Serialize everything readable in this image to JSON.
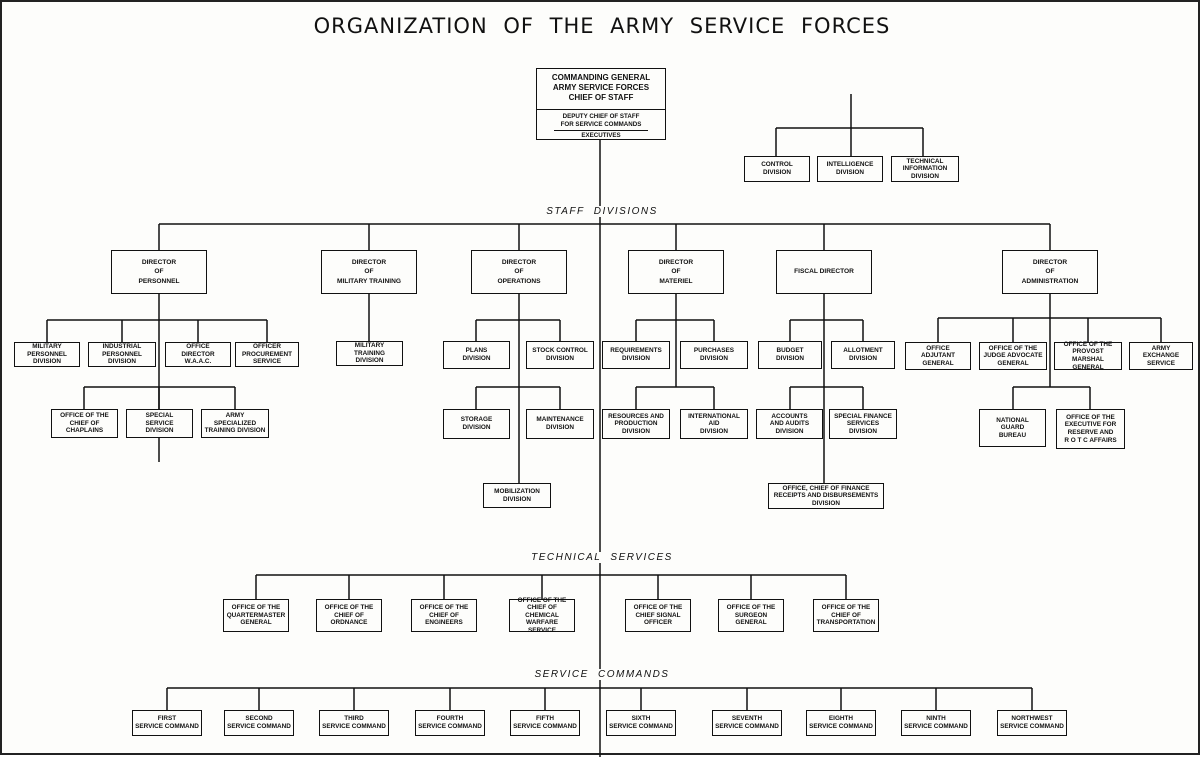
{
  "title": "ORGANIZATION OF THE ARMY SERVICE FORCES",
  "headquarters": {
    "line1": "COMMANDING GENERAL",
    "line2": "ARMY SERVICE FORCES",
    "line3": "CHIEF OF STAFF",
    "deputy1": "DEPUTY CHIEF OF STAFF",
    "deputy2": "FOR SERVICE COMMANDS",
    "executives": "EXECUTIVES"
  },
  "hq_divisions": [
    "CONTROL\nDIVISION",
    "INTELLIGENCE\nDIVISION",
    "TECHNICAL\nINFORMATION\nDIVISION"
  ],
  "staff_label": "STAFF DIVISIONS",
  "directors": [
    "DIRECTOR\nOF\nPERSONNEL",
    "DIRECTOR\nOF\nMILITARY TRAINING",
    "DIRECTOR\nOF\nOPERATIONS",
    "DIRECTOR\nOF\nMATERIEL",
    "FISCAL DIRECTOR",
    "DIRECTOR\nOF\nADMINISTRATION"
  ],
  "personnel_units": [
    "MILITARY\nPERSONNEL\nDIVISION",
    "INDUSTRIAL\nPERSONNEL\nDIVISION",
    "OFFICE\nDIRECTOR\nW.A.A.C.",
    "OFFICER\nPROCUREMENT\nSERVICE",
    "OFFICE OF THE\nCHIEF OF\nCHAPLAINS",
    "SPECIAL\nSERVICE\nDIVISION",
    "ARMY\nSPECIALIZED\nTRAINING DIVISION"
  ],
  "training_units": [
    "MILITARY\nTRAINING\nDIVISION"
  ],
  "operations_units": [
    "PLANS\nDIVISION",
    "STOCK CONTROL\nDIVISION",
    "STORAGE\nDIVISION",
    "MAINTENANCE\nDIVISION",
    "MOBILIZATION\nDIVISION"
  ],
  "materiel_units": [
    "REQUIREMENTS\nDIVISION",
    "PURCHASES\nDIVISION",
    "RESOURCES AND\nPRODUCTION\nDIVISION",
    "INTERNATIONAL\nAID\nDIVISION"
  ],
  "fiscal_units": [
    "BUDGET\nDIVISION",
    "ALLOTMENT\nDIVISION",
    "ACCOUNTS\nAND AUDITS\nDIVISION",
    "SPECIAL FINANCE\nSERVICES\nDIVISION",
    "OFFICE, CHIEF OF FINANCE\nRECEIPTS AND DISBURSEMENTS\nDIVISION"
  ],
  "administration_units": [
    "OFFICE\nADJUTANT\nGENERAL",
    "OFFICE OF THE\nJUDGE ADVOCATE\nGENERAL",
    "OFFICE OF THE\nPROVOST MARSHAL\nGENERAL",
    "ARMY\nEXCHANGE\nSERVICE",
    "NATIONAL\nGUARD\nBUREAU",
    "OFFICE OF THE\nEXECUTIVE FOR\nRESERVE AND\nR O T C AFFAIRS"
  ],
  "technical_label": "TECHNICAL SERVICES",
  "technical_services": [
    "OFFICE OF THE\nQUARTERMASTER\nGENERAL",
    "OFFICE OF THE\nCHIEF OF\nORDNANCE",
    "OFFICE OF THE\nCHIEF OF\nENGINEERS",
    "OFFICE OF THE\nCHIEF OF\nCHEMICAL WARFARE\nSERVICE",
    "OFFICE OF THE\nCHIEF SIGNAL\nOFFICER",
    "OFFICE OF THE\nSURGEON GENERAL",
    "OFFICE OF THE\nCHIEF OF\nTRANSPORTATION"
  ],
  "commands_label": "SERVICE COMMANDS",
  "service_commands": [
    "FIRST\nSERVICE COMMAND",
    "SECOND\nSERVICE COMMAND",
    "THIRD\nSERVICE COMMAND",
    "FOURTH\nSERVICE COMMAND",
    "FIFTH\nSERVICE COMMAND",
    "SIXTH\nSERVICE COMMAND",
    "SEVENTH\nSERVICE COMMAND",
    "EIGHTH\nSERVICE COMMAND",
    "NINTH\nSERVICE COMMAND",
    "NORTHWEST\nSERVICE COMMAND"
  ]
}
